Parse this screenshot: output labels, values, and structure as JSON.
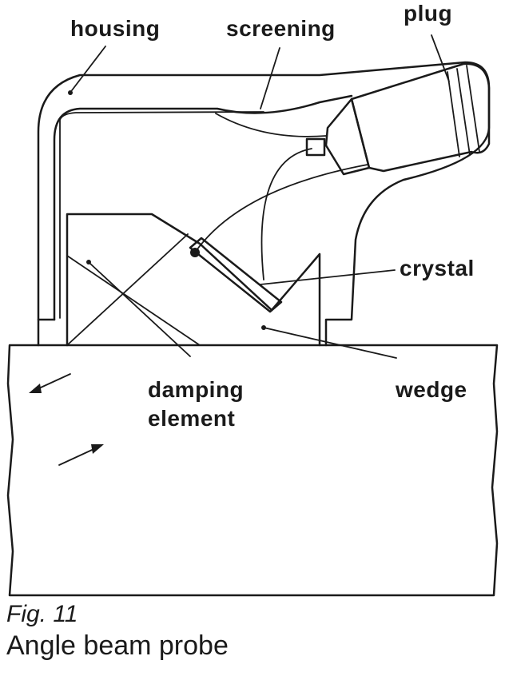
{
  "labels": {
    "housing": "housing",
    "screening": "screening",
    "plug": "plug",
    "crystal": "crystal",
    "damping_line1": "damping",
    "damping_line2": "element",
    "wedge": "wedge"
  },
  "caption": {
    "figure": "Fig. 11",
    "title": "Angle beam probe"
  }
}
